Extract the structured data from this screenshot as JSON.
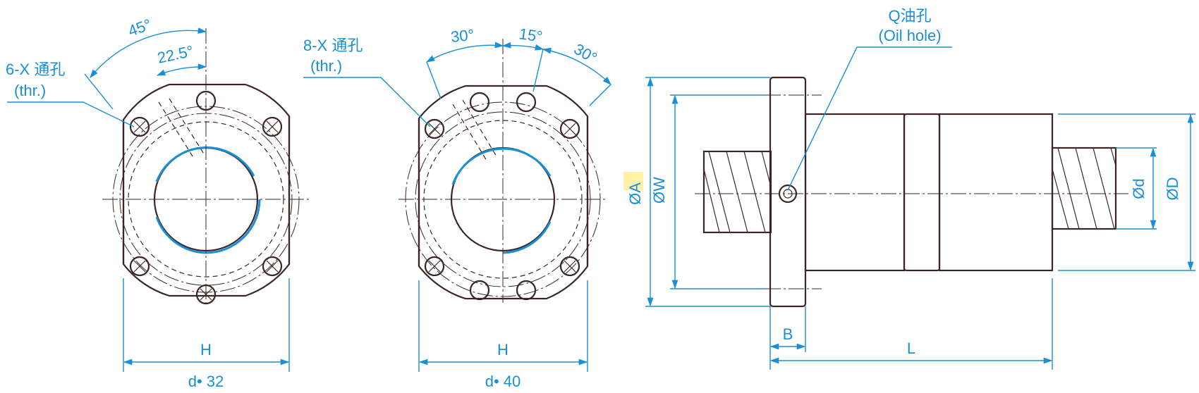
{
  "colors": {
    "dimension": "#1a8fd6",
    "outline": "#3a2626",
    "highlight": "#fff2a8"
  },
  "view_32": {
    "angle_45": "45°",
    "angle_22_5": "22.5°",
    "holes_label": "6-X 通孔",
    "holes_thr": "(thr.)",
    "width_label": "H",
    "caption": "d• 32"
  },
  "view_40": {
    "angle_30a": "30°",
    "angle_15": "15°",
    "angle_30b": "30°",
    "holes_label": "8-X 通孔",
    "holes_thr": "(thr.)",
    "width_label": "H",
    "caption": "d• 40"
  },
  "side_view": {
    "oil_hole_label": "Q油孔",
    "oil_hole_en": "(Oil hole)",
    "dia_A": "ØA",
    "dia_W": "ØW",
    "dia_d": "Ød",
    "dia_D": "ØD",
    "flange_B": "B",
    "length_L": "L"
  }
}
